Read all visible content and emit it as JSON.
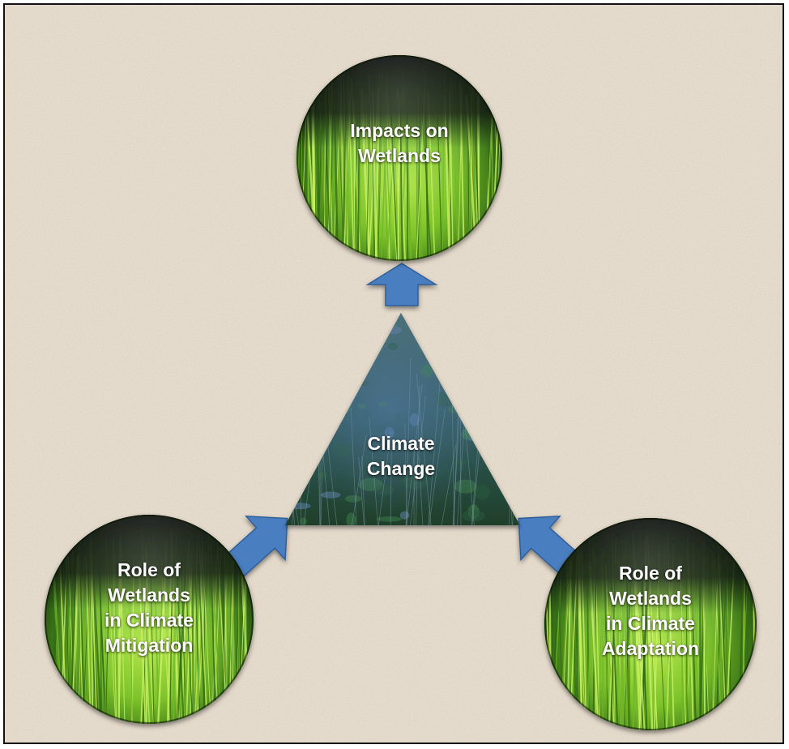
{
  "diagram": {
    "center": {
      "lines": [
        "Climate",
        "Change"
      ]
    },
    "top": {
      "lines": [
        "Impacts on",
        "Wetlands"
      ]
    },
    "left": {
      "lines": [
        "Role of",
        "Wetlands",
        "in Climate",
        "Mitigation"
      ]
    },
    "right": {
      "lines": [
        "Role of",
        "Wetlands",
        "in Climate",
        "Adaptation"
      ]
    }
  },
  "colors": {
    "background": "#e6dccd",
    "arrow": "#4a7ec0",
    "grass_light": "#a8dc3c",
    "grass_dark": "#0d1a08",
    "triangle": "#2f5a5a"
  }
}
